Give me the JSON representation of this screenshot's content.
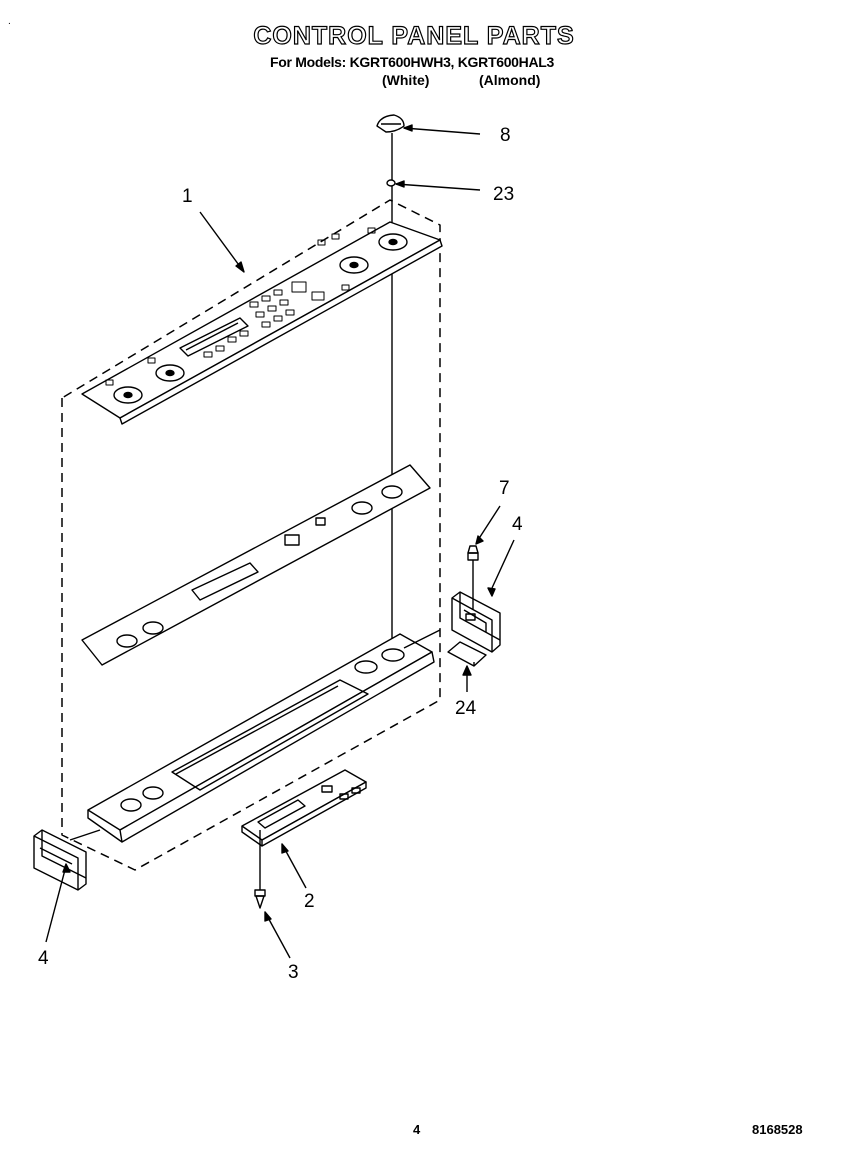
{
  "header": {
    "title": "CONTROL PANEL PARTS",
    "models_line": "For Models: KGRT600HWH3, KGRT600HAL3",
    "color_white": "(White)",
    "color_almond": "(Almond)"
  },
  "callouts": {
    "c1": "1",
    "c2": "2",
    "c3": "3",
    "c4_right": "4",
    "c4_left": "4",
    "c7": "7",
    "c8": "8",
    "c23": "23",
    "c24": "24"
  },
  "footer": {
    "page_number": "4",
    "doc_number": "8168528"
  }
}
